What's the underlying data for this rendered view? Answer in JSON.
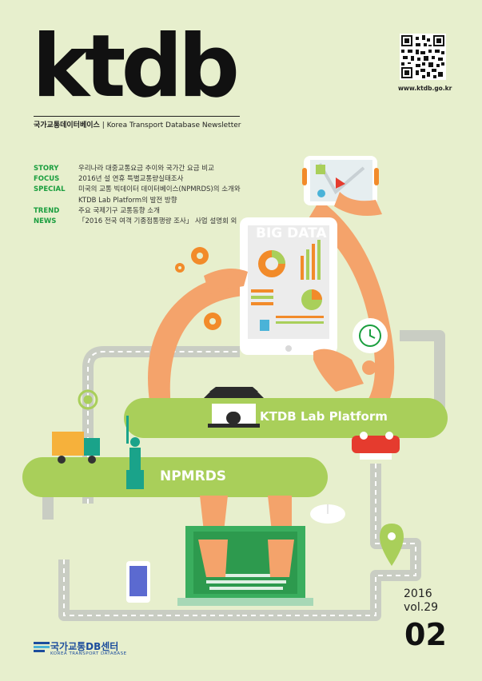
{
  "header": {
    "logo_text": "ktdb",
    "subtitle_ko": "국가교통데이터베이스",
    "subtitle_en": "| Korea Transport Database Newsletter",
    "website": "www.ktdb.go.kr"
  },
  "toc": [
    {
      "key": "STORY",
      "text": "우리나라 대중교통요금 추이와 국가간 요금 비교"
    },
    {
      "key": "FOCUS",
      "text": "2016년 설 연휴 특별교통량실태조사"
    },
    {
      "key": "SPECIAL",
      "text": "미국의 교통 빅데이터 데이터베이스(NPMRDS)의 소개와"
    },
    {
      "key": "",
      "text": "KTDB Lab Platform의 발전 방향"
    },
    {
      "key": "TREND",
      "text": "주요 국제기구 교통동향 소개"
    },
    {
      "key": "NEWS",
      "text": "「2016 전국 여객 기종점통행량 조사」 사업 설명회 외"
    }
  ],
  "illustration": {
    "tablet_text": "BIG DATA",
    "band_upper": "KTDB Lab Platform",
    "band_lower": "NPMRDS"
  },
  "issue": {
    "year": "2016",
    "volume": "vol.29",
    "number": "02"
  },
  "footer": {
    "org_name": "국가교통DB센터",
    "org_sub": "KOREA TRANSPORT DATABASE"
  },
  "colors": {
    "background": "#e7efcd",
    "band_green": "#a9cf5a",
    "accent_green": "#1a9e3e",
    "skin": "#f4a36b",
    "brand_blue": "#1c4d9c"
  }
}
